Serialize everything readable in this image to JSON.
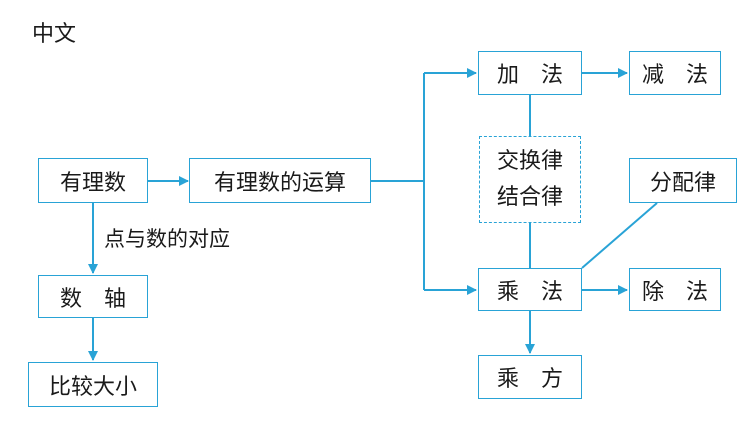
{
  "page_label": "中文",
  "edge_color": "#29a3d6",
  "nodes": {
    "youlishu": "有理数",
    "yunsuan": "有理数的运算",
    "jiafa": "加　法",
    "jianfa": "减　法",
    "jiaohuanlv": "交换律",
    "jiehelv": "结合律",
    "fenpeilv": "分配律",
    "chengfa": "乘　法",
    "chufa": "除　法",
    "chengfang": "乘　方",
    "shuzhou": "数　轴",
    "bijiao": "比较大小"
  },
  "edge_labels": {
    "correspondence": "点与数的对应"
  }
}
